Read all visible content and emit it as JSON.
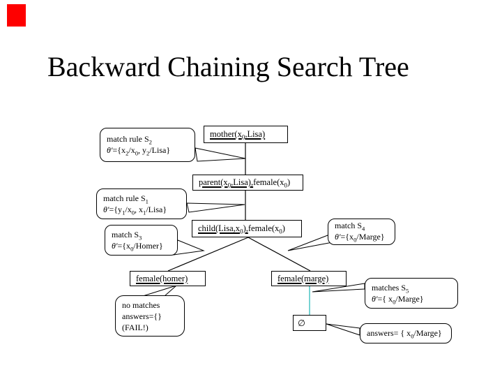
{
  "title": "Backward Chaining Search Tree",
  "colors": {
    "accent_red": "#fe0000",
    "edge_black": "#000000",
    "edge_teal": "#55c8c8"
  },
  "nodes": {
    "mother": {
      "underlined": "mother(x_0,Lisa)",
      "rest": ""
    },
    "parent": {
      "underlined": "parent(x_0,Lisa),",
      "rest": " female(x_0)"
    },
    "child": {
      "underlined": "child(Lisa,x_0),",
      "rest": " female(x_0)"
    },
    "female_homer": {
      "underlined": "female(homer)",
      "rest": ""
    },
    "female_marge": {
      "underlined": "female(marge)",
      "rest": ""
    },
    "empty_set": {
      "symbol": "∅"
    }
  },
  "callouts": {
    "s2": {
      "line1": "match rule S_2",
      "line2": "θ′={x_2/x_0, y_2/Lisa}"
    },
    "s1": {
      "line1": "match rule S_1",
      "line2": "θ′={y_1/x_0, x_1/Lisa}"
    },
    "s3": {
      "line1": "match S_3",
      "line2": "θ′={x_0/Homer}"
    },
    "s4": {
      "line1": "match S_4",
      "line2": "θ′={x_0/Marge}"
    },
    "s5": {
      "line1": "matches S_5",
      "line2": "θ′={ x_0/Marge}"
    },
    "no_matches": {
      "line1": "no matches",
      "line2": "answers={}",
      "line3": "(FAIL!)"
    },
    "answers": {
      "line1": "answers= { x_0/Marge}"
    }
  }
}
